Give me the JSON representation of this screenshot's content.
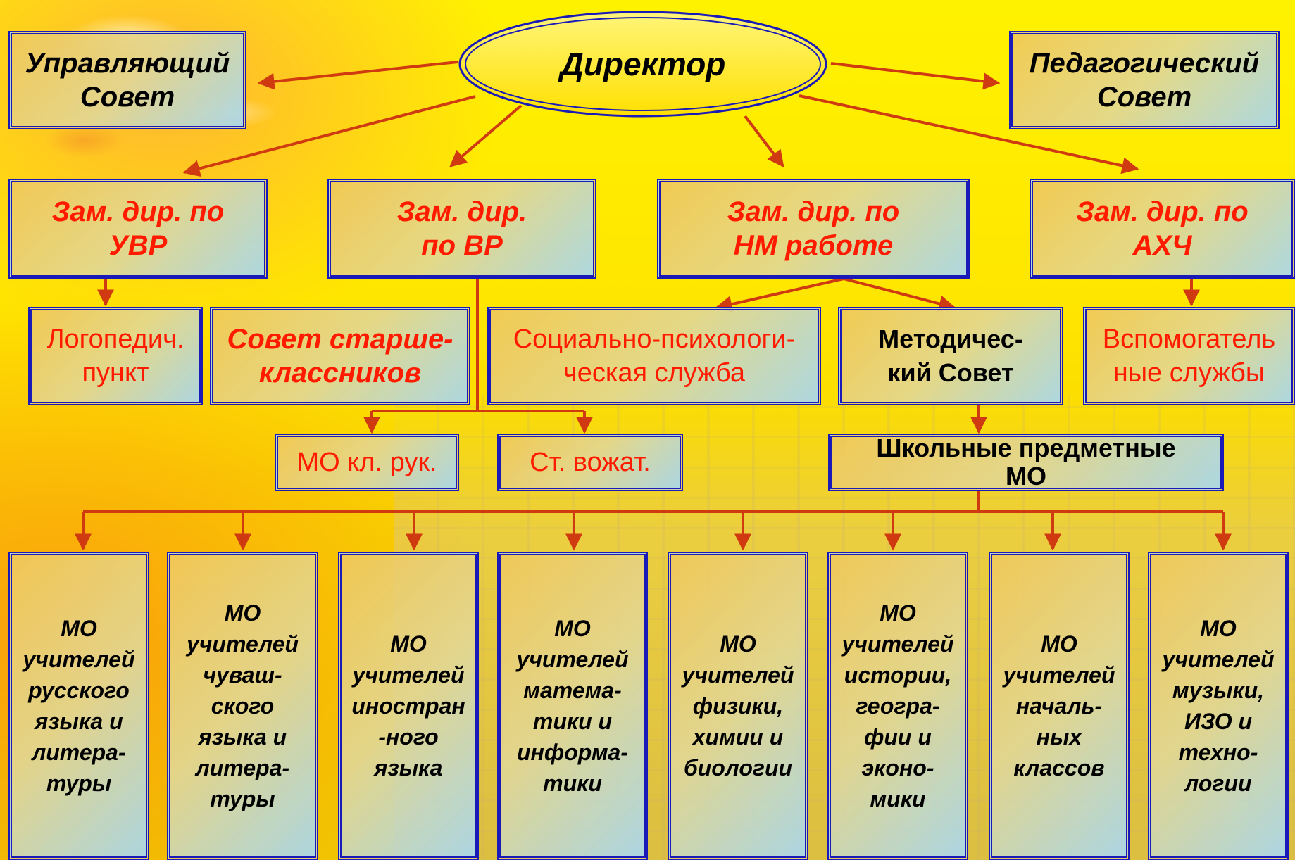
{
  "director": "Директор",
  "top_boxes": {
    "governing_council": "Управляющий\nСовет",
    "pedagogical_council": "Педагогический\nСовет"
  },
  "deputies": [
    {
      "label": "Зам. дир. по\nУВР"
    },
    {
      "label": "Зам. дир.\nпо ВР"
    },
    {
      "label": "Зам. дир. по\nНМ работе"
    },
    {
      "label": "Зам. дир. по\nАХЧ"
    }
  ],
  "services": {
    "speech_therapy": "Логопедич.\nпункт",
    "senior_council": "Совет старше-\nклассников",
    "social_psych": "Социально-психологи-\nческая служба",
    "methodical_council": "Методичес-\nкий Совет",
    "auxiliary": "Вспомогатель\nные службы"
  },
  "third_row": {
    "mo_class_teachers": "МО кл. рук.",
    "senior_counselor": "Ст. вожат.",
    "school_subject_mo": "Школьные предметные\nМО"
  },
  "mo_groups": [
    "МО\nучителей\nрусского\nязыка и\nлитера-\nтуры",
    "МО\nучителей\nчуваш-\nского\nязыка и\nлитера-\nтуры",
    "МО\nучителей\nиностран\n-ного\nязыка",
    "МО\nучителей\nматема-\nтики и\nинформа-\nтики",
    "МО\nучителей\nфизики,\nхимии и\nбиологии",
    "МО\nучителей\nистории,\nгеогра-\nфии и\nэконо-\nмики",
    "МО\nучителей\nначаль-\nных\nклассов",
    "МО\nучителей\nмузыки,\nИЗО и\nтехно-\nлогии"
  ],
  "colors": {
    "arrow": "#d03a10",
    "border": "#1a1ab8",
    "title_red": "#ff1a00"
  }
}
